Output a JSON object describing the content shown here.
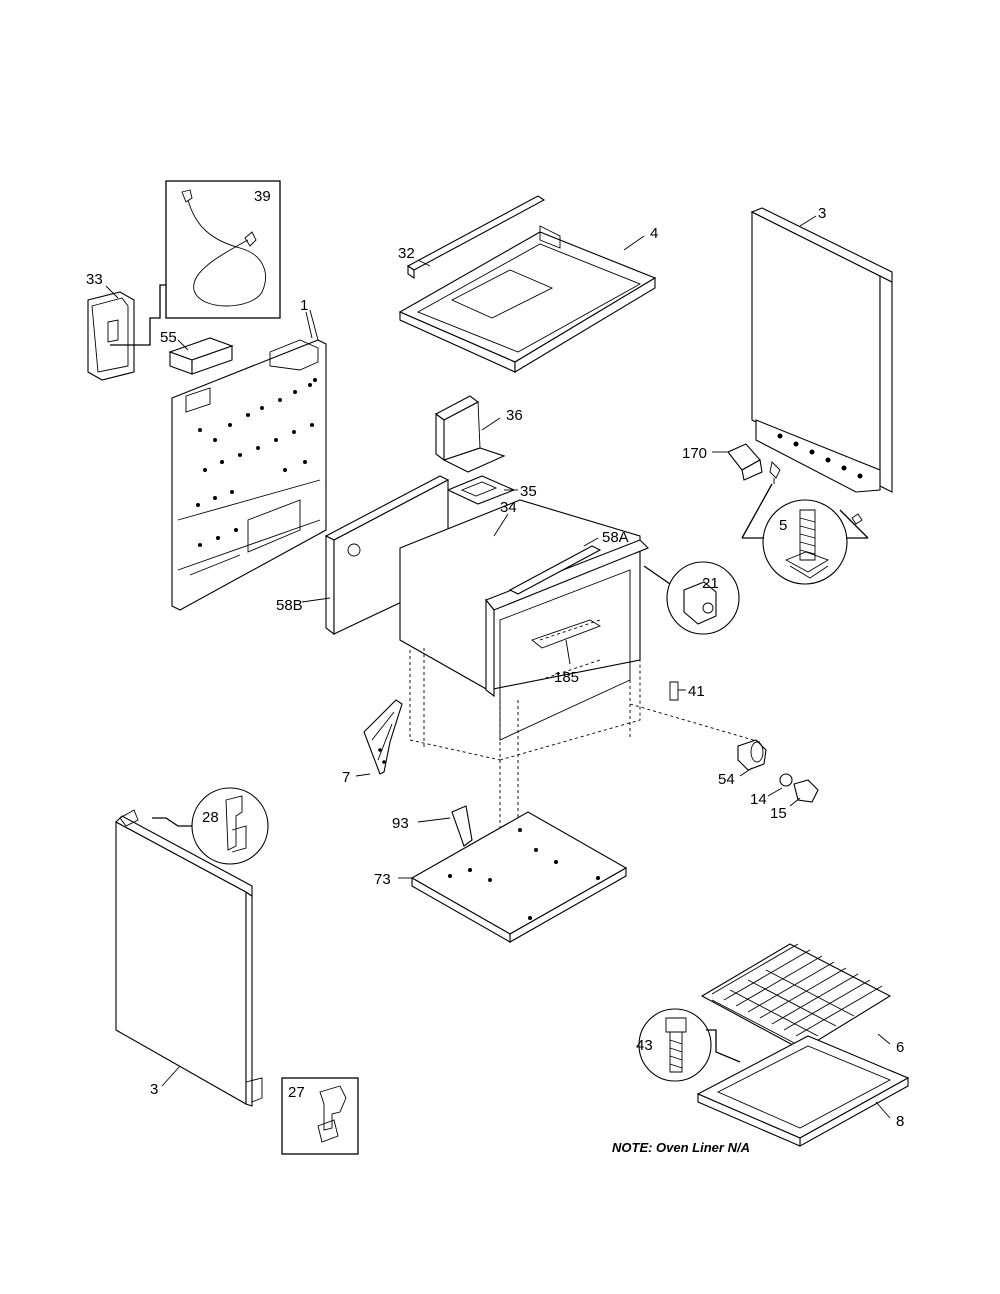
{
  "labels": {
    "p1": "1",
    "p3_top": "3",
    "p3_bottom": "3",
    "p4": "4",
    "p5": "5",
    "p6": "6",
    "p7": "7",
    "p8": "8",
    "p14": "14",
    "p15": "15",
    "p21": "21",
    "p27": "27",
    "p28": "28",
    "p32": "32",
    "p33": "33",
    "p34": "34",
    "p35": "35",
    "p36": "36",
    "p39": "39",
    "p41": "41",
    "p43": "43",
    "p54": "54",
    "p55": "55",
    "p58A": "58A",
    "p58B": "58B",
    "p73": "73",
    "p93": "93",
    "p170": "170",
    "p185": "185"
  },
  "note": "NOTE: Oven Liner N/A"
}
